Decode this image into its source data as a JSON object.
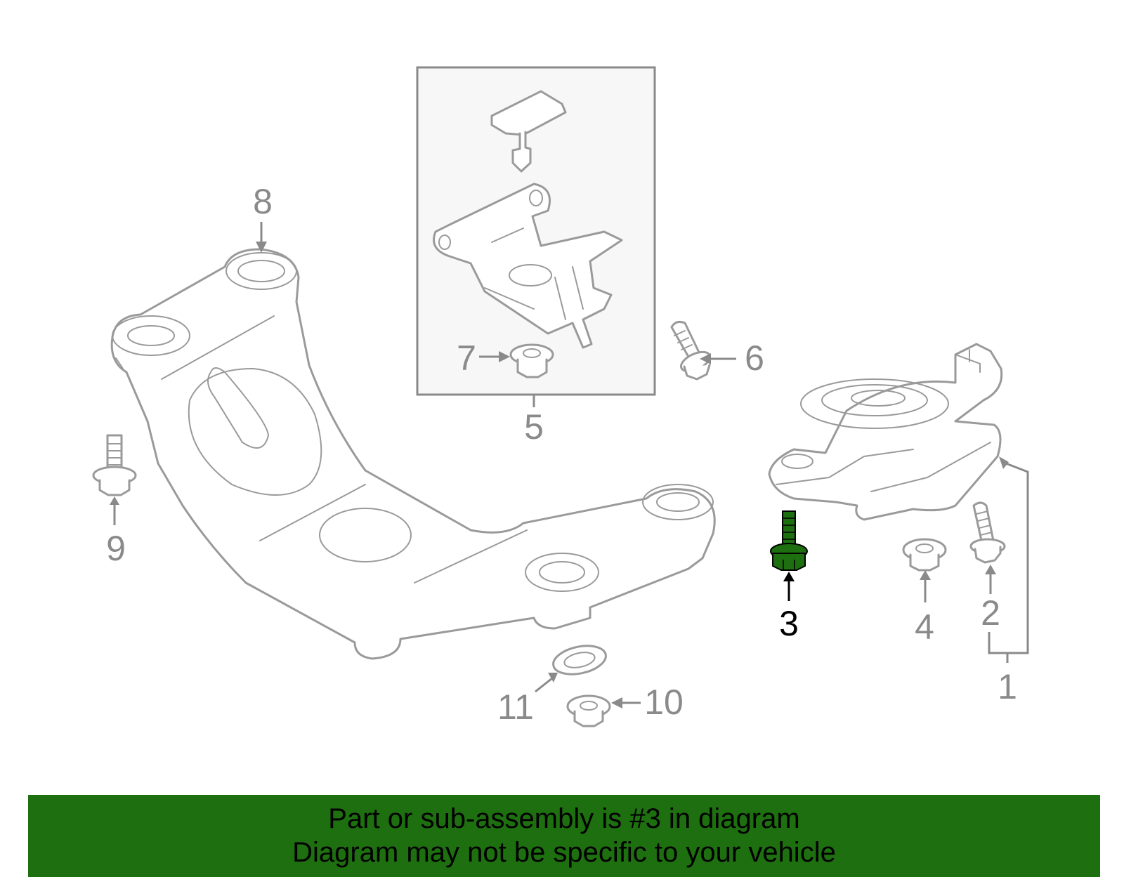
{
  "diagram": {
    "callouts": [
      "1",
      "2",
      "3",
      "4",
      "5",
      "6",
      "7",
      "8",
      "9",
      "10",
      "11"
    ],
    "highlighted_callout": "3",
    "colors": {
      "part_stroke": "#9a9a9a",
      "callout_text": "#8a8a8a",
      "highlight_part": "#1e6f10",
      "inset_box_fill": "#f7f7f7"
    }
  },
  "banner": {
    "line1": "Part or sub-assembly is #3 in diagram",
    "line2": "Diagram may not be specific to your vehicle",
    "background": "#1e6f10"
  }
}
